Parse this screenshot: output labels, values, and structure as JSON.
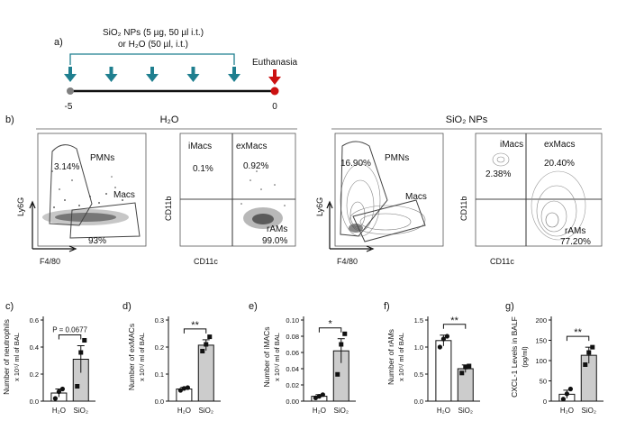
{
  "panel_a": {
    "label": "a)",
    "treatment_line1": "SiO₂ NPs (5 µg, 50 µl i.t.)",
    "treatment_line2": "or H₂O (50 µl, i.t.)",
    "endpoint": "Euthanasia",
    "start_day": "-5",
    "end_day": "0",
    "dose_count": 5,
    "colors": {
      "dose_arrow": "#1f7f8f",
      "euthanasia_arrow": "#cc1111",
      "start_dot": "#808080",
      "end_dot": "#cc1111"
    }
  },
  "panel_b": {
    "label": "b)",
    "groups": [
      {
        "title": "H₂O",
        "plot1": {
          "gate_pmn": "PMNs",
          "pmn_pct": "3.14%",
          "gate_mac": "Macs",
          "mac_pct": "93%",
          "ylabel": "Ly6G",
          "xlabel": "F4/80"
        },
        "plot2": {
          "q_tl": "iMacs",
          "q_tl_pct": "0.1%",
          "q_tr": "exMacs",
          "q_tr_pct": "0.92%",
          "q_br": "rAMs",
          "q_br_pct": "99.0%",
          "ylabel": "CD11b",
          "xlabel": "CD11c"
        }
      },
      {
        "title": "SiO₂ NPs",
        "plot1": {
          "gate_pmn": "PMNs",
          "pmn_pct": "16.90%",
          "gate_mac": "Macs",
          "mac_pct": "",
          "ylabel": "Ly6G",
          "xlabel": "F4/80"
        },
        "plot2": {
          "q_tl": "iMacs",
          "q_tl_pct": "2.38%",
          "q_tr": "exMacs",
          "q_tr_pct": "20.40%",
          "q_br": "rAMs",
          "q_br_pct": "77.20%",
          "ylabel": "CD11b",
          "xlabel": "CD11c"
        }
      }
    ]
  },
  "chart_data": [
    {
      "type": "bar",
      "panel": "c)",
      "ylabel_line1": "Number of neutrophils",
      "ylabel_line2": "x 10⁵/ ml of BAL",
      "categories": [
        "H₂O",
        "SiO₂"
      ],
      "values": [
        0.06,
        0.31
      ],
      "errors": [
        0.03,
        0.1
      ],
      "points": [
        [
          0.02,
          0.07,
          0.09
        ],
        [
          0.11,
          0.36,
          0.45
        ]
      ],
      "ylim": [
        0,
        0.6
      ],
      "yticks": [
        "0.0",
        "0.2",
        "0.4",
        "0.6"
      ],
      "annotation": "P = 0.0677",
      "bar_colors": [
        "#ffffff",
        "#cccccc"
      ]
    },
    {
      "type": "bar",
      "panel": "d)",
      "ylabel_line1": "Number of exMACs",
      "ylabel_line2": "x 10⁵/ ml of BAL",
      "categories": [
        "H₂O",
        "SiO₂"
      ],
      "values": [
        0.045,
        0.207
      ],
      "errors": [
        0.006,
        0.02
      ],
      "points": [
        [
          0.04,
          0.047,
          0.05
        ],
        [
          0.185,
          0.21,
          0.238
        ]
      ],
      "ylim": [
        0,
        0.3
      ],
      "yticks": [
        "0.0",
        "0.1",
        "0.2",
        "0.3"
      ],
      "annotation": "**",
      "bar_colors": [
        "#ffffff",
        "#cccccc"
      ]
    },
    {
      "type": "bar",
      "panel": "e)",
      "ylabel_line1": "Number of iMACs",
      "ylabel_line2": "x 10⁵/ ml of BAL",
      "categories": [
        "H₂O",
        "SiO₂"
      ],
      "values": [
        0.006,
        0.062
      ],
      "errors": [
        0.002,
        0.015
      ],
      "points": [
        [
          0.004,
          0.006,
          0.008
        ],
        [
          0.033,
          0.07,
          0.083
        ]
      ],
      "ylim": [
        0,
        0.1
      ],
      "yticks": [
        "0.00",
        "0.02",
        "0.04",
        "0.06",
        "0.08",
        "0.10"
      ],
      "annotation": "*",
      "bar_colors": [
        "#ffffff",
        "#cccccc"
      ]
    },
    {
      "type": "bar",
      "panel": "f)",
      "ylabel_line1": "Number of rAMs",
      "ylabel_line2": "x 10⁵/ ml of BAL",
      "categories": [
        "H₂O",
        "SiO₂"
      ],
      "values": [
        1.12,
        0.6
      ],
      "errors": [
        0.1,
        0.07
      ],
      "points": [
        [
          1.0,
          1.15,
          1.2
        ],
        [
          0.52,
          0.63,
          0.65
        ]
      ],
      "ylim": [
        0,
        1.5
      ],
      "yticks": [
        "0.0",
        "0.5",
        "1.0",
        "1.5"
      ],
      "annotation": "**",
      "bar_colors": [
        "#ffffff",
        "#cccccc"
      ]
    },
    {
      "type": "bar",
      "panel": "g)",
      "ylabel_line1": "CXCL-1 Levels in BALF",
      "ylabel_line2": "(pg/ml)",
      "categories": [
        "H₂O",
        "SiO₂"
      ],
      "values": [
        17,
        113
      ],
      "errors": [
        10,
        20
      ],
      "points": [
        [
          5,
          18,
          30
        ],
        [
          90,
          120,
          133
        ]
      ],
      "ylim": [
        0,
        200
      ],
      "yticks": [
        "0",
        "50",
        "100",
        "150",
        "200"
      ],
      "annotation": "**",
      "bar_colors": [
        "#ffffff",
        "#cccccc"
      ]
    }
  ]
}
